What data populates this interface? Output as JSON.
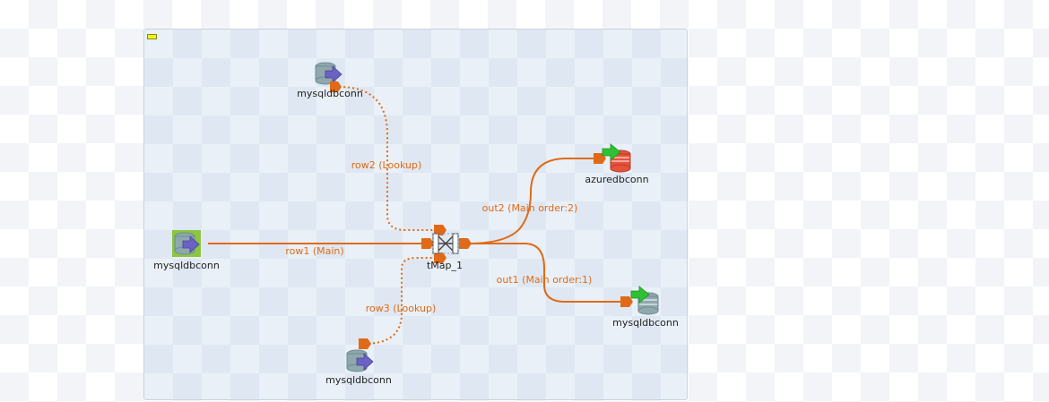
{
  "components": {
    "input_main": {
      "label": "mysqldbconn",
      "icon": "mysql-db-input-icon"
    },
    "lookup_top": {
      "label": "mysqldbconn",
      "icon": "mysql-db-input-icon"
    },
    "lookup_bottom": {
      "label": "mysqldbconn",
      "icon": "mysql-db-input-icon"
    },
    "tmap": {
      "label": "tMap_1",
      "icon": "tmap-icon"
    },
    "output_azure": {
      "label": "azuredbconn",
      "icon": "azure-db-output-icon"
    },
    "output_mysql": {
      "label": "mysqldbconn",
      "icon": "mysql-db-output-icon"
    }
  },
  "links": {
    "row1": "row1 (Main)",
    "row2": "row2 (Lookup)",
    "row3": "row3 (Lookup)",
    "out1": "out1 (Main order:1)",
    "out2": "out2 (Main order:2)"
  },
  "colors": {
    "link": "#e06a17",
    "input_arrow": "#6b62c4",
    "output_arrow": "#2ec232",
    "db_gray": "#8ea8ad",
    "db_azure": "#e8523a",
    "selected": "#8cc63f"
  }
}
